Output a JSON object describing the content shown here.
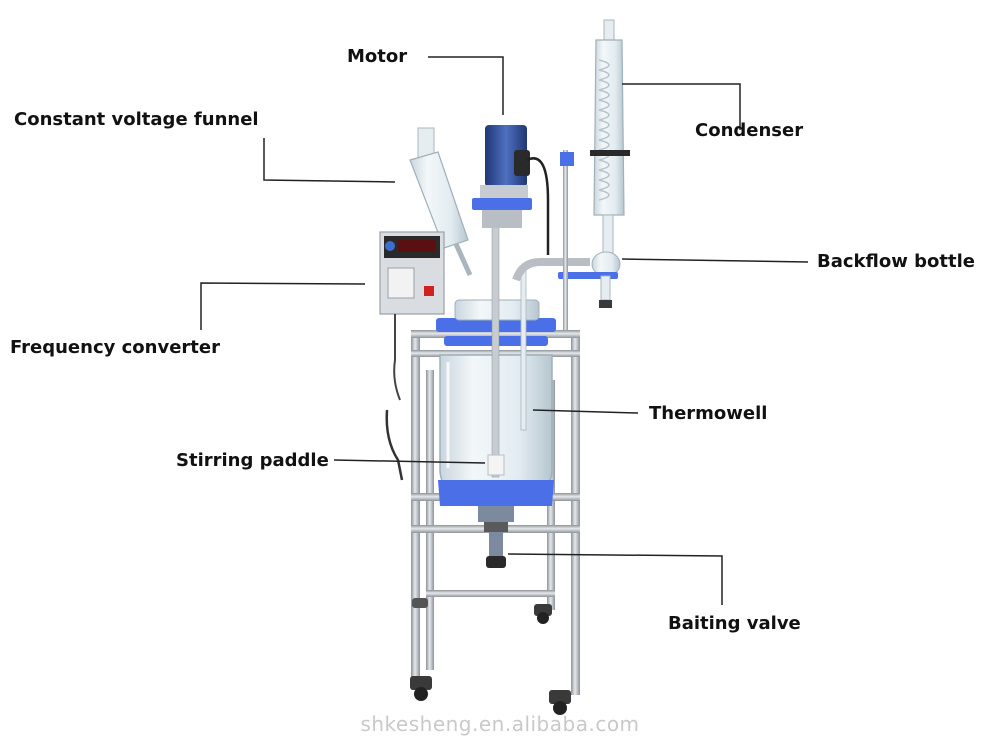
{
  "labels": {
    "motor": "Motor",
    "constant_voltage_funnel": "Constant voltage funnel",
    "condenser": "Condenser",
    "backflow_bottle": "Backflow bottle",
    "frequency_converter": "Frequency converter",
    "thermowell": "Thermowell",
    "stirring_paddle": "Stirring paddle",
    "baiting_valve": "Baiting valve"
  },
  "watermark": "shkesheng.en.alibaba.com",
  "colors": {
    "frame_steel": "#b9bec4",
    "flange_blue": "#4a6fe6",
    "motor_blue": "#2f4f9e",
    "glass": "#dde8ef",
    "leader_line": "#222222",
    "control_box": "#d9dde2"
  }
}
